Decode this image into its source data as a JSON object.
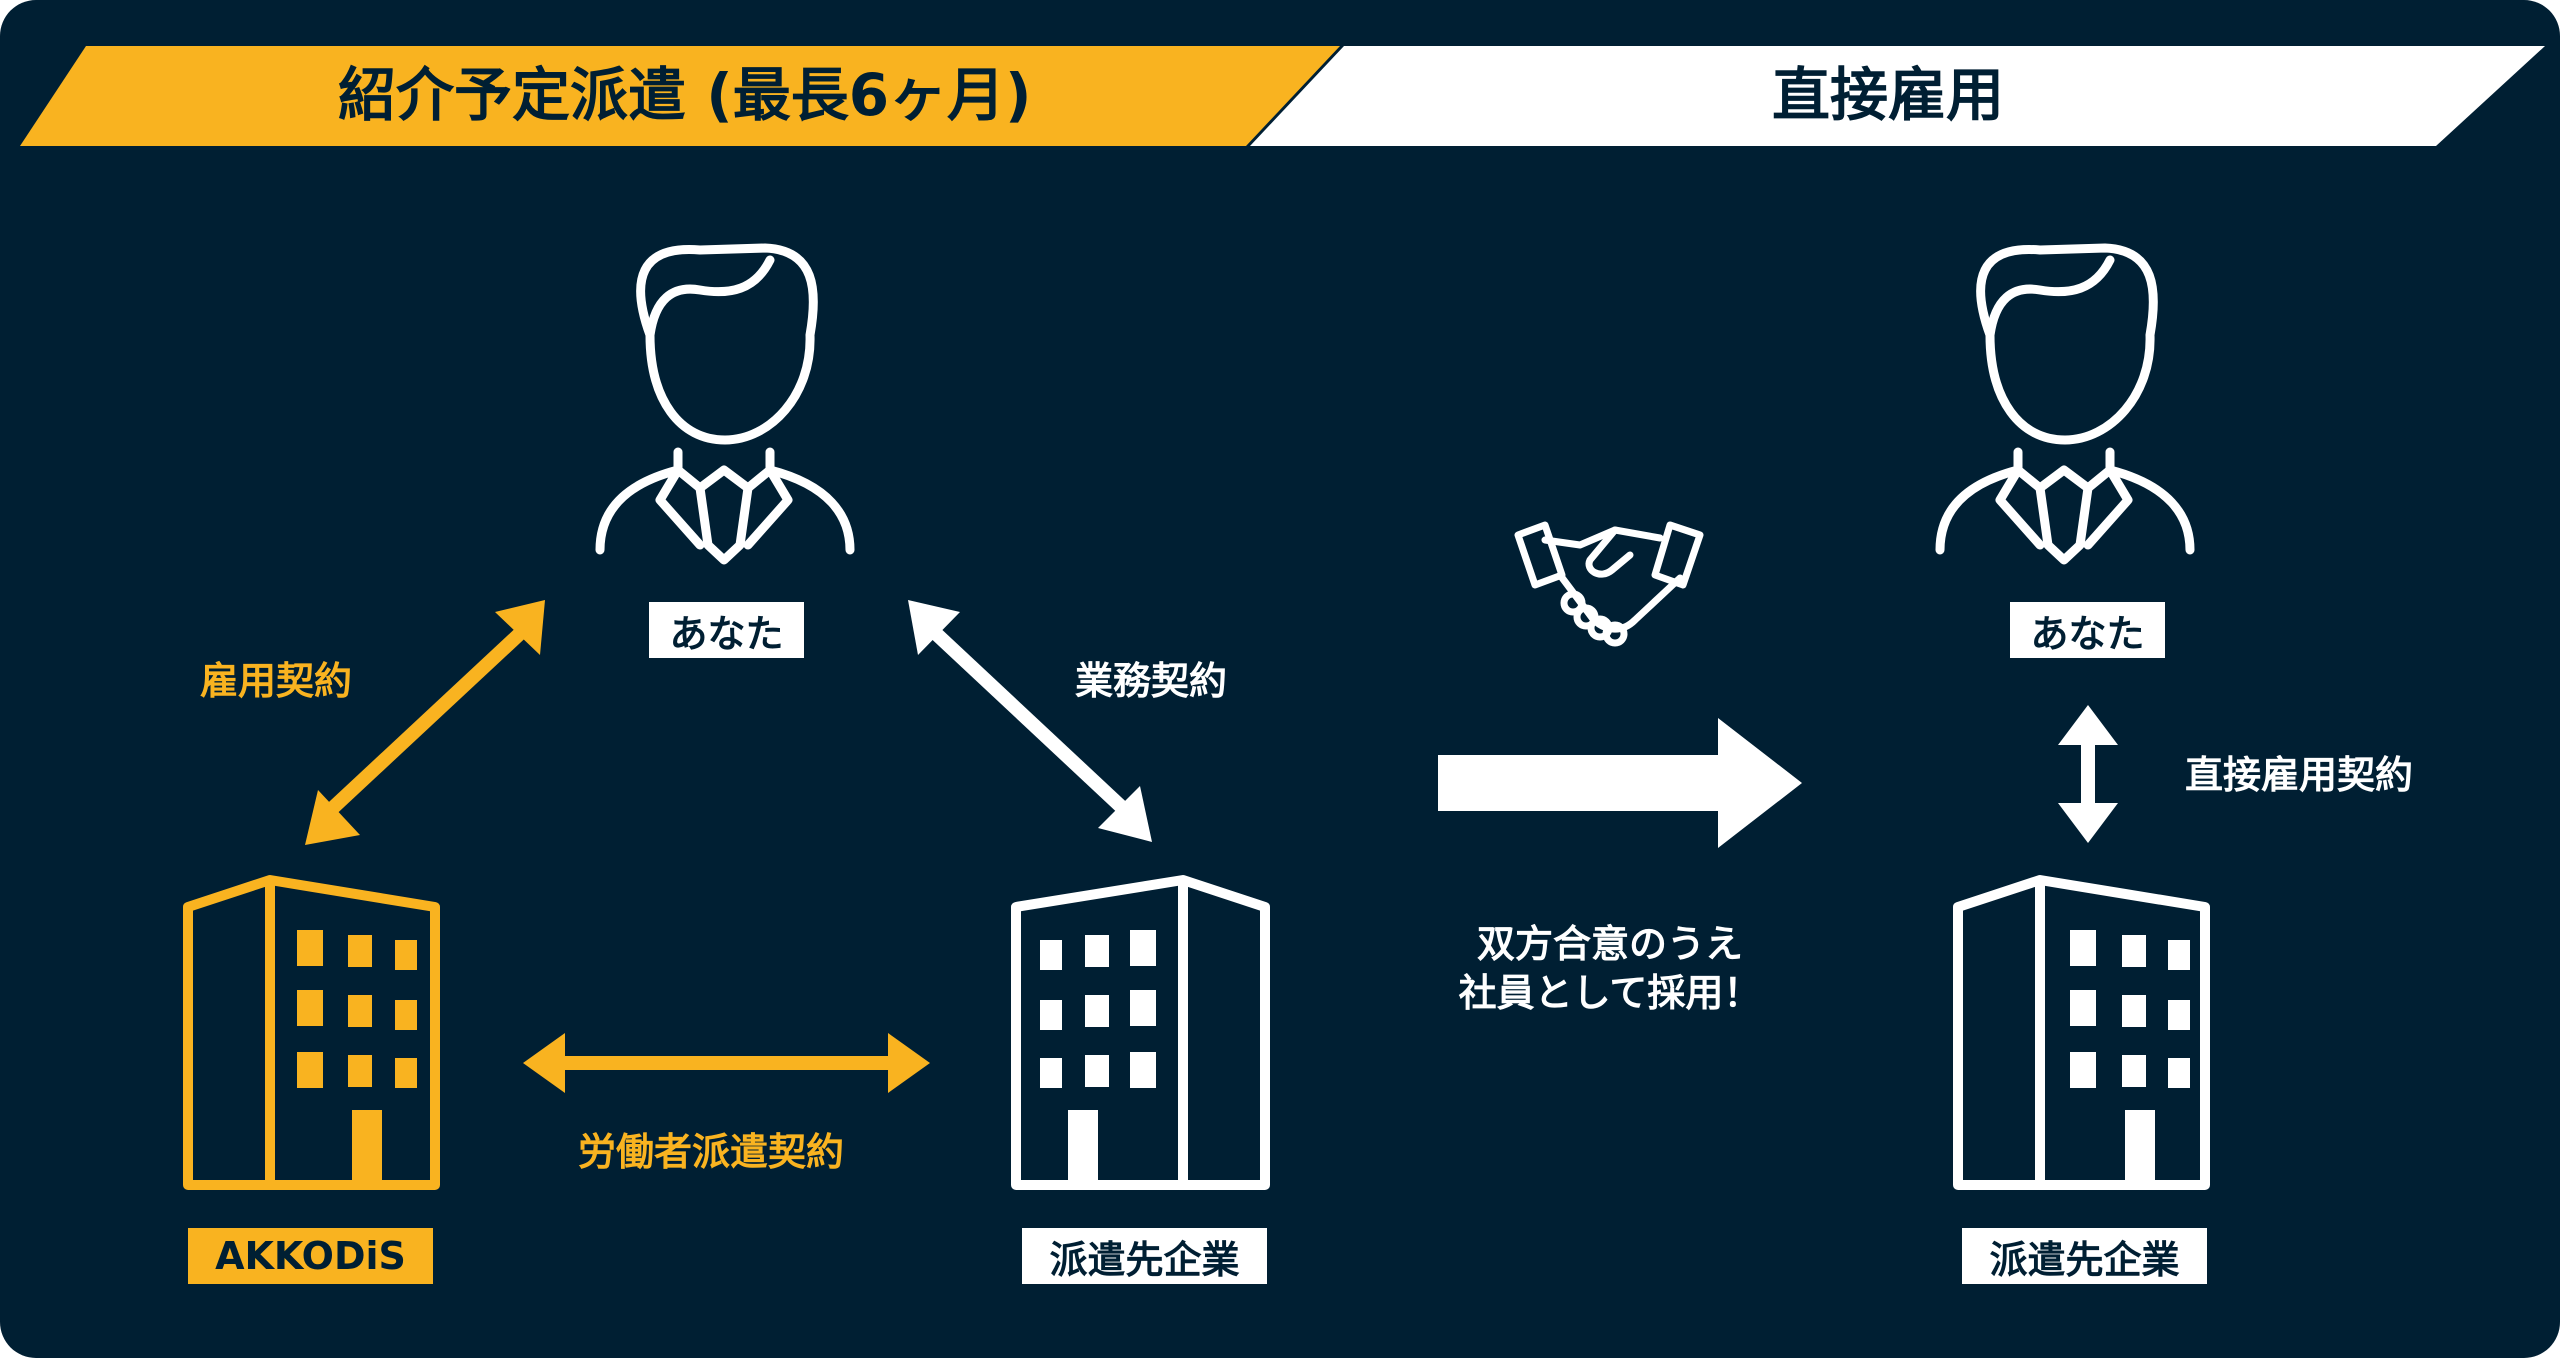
{
  "header": {
    "left_title": "紹介予定派遣 (最長6ヶ月)",
    "right_title": "直接雇用"
  },
  "left_diagram": {
    "person_label": "あなた",
    "agency_label": "AKKODiS",
    "client_label": "派遣先企業",
    "employment_contract": "雇用契約",
    "work_contract": "業務契約",
    "dispatch_contract": "労働者派遣契約"
  },
  "transition": {
    "line1": "双方合意のうえ",
    "line2": "社員として採用！"
  },
  "right_diagram": {
    "person_label": "あなた",
    "client_label": "派遣先企業",
    "direct_contract": "直接雇用契約"
  },
  "colors": {
    "background": "#001f33",
    "accent": "#f9b320",
    "white": "#ffffff"
  }
}
